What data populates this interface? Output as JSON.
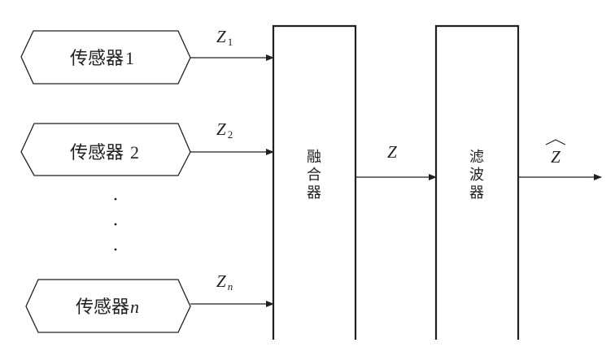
{
  "diagram": {
    "type": "multi-sensor fusion and filtering block diagram",
    "sensors": [
      {
        "name": "传感器",
        "index": "1",
        "signal": "Z",
        "signal_sub": "1"
      },
      {
        "name": "传感器",
        "index": "2",
        "signal": "Z",
        "signal_sub": "2"
      },
      {
        "name": "传感器",
        "index": "n",
        "signal": "Z",
        "signal_sub": "n"
      }
    ],
    "ellipsis": [
      "·",
      "·",
      "·"
    ],
    "fusion_block": {
      "label": [
        "融",
        "合",
        "器"
      ]
    },
    "fusion_output": {
      "signal": "Z"
    },
    "filter_block": {
      "label": [
        "滤",
        "波",
        "器"
      ]
    },
    "filter_output": {
      "signal": "Z",
      "accent": "hat"
    },
    "colors": {
      "stroke": "#231f20",
      "background": "#ffffff"
    }
  }
}
